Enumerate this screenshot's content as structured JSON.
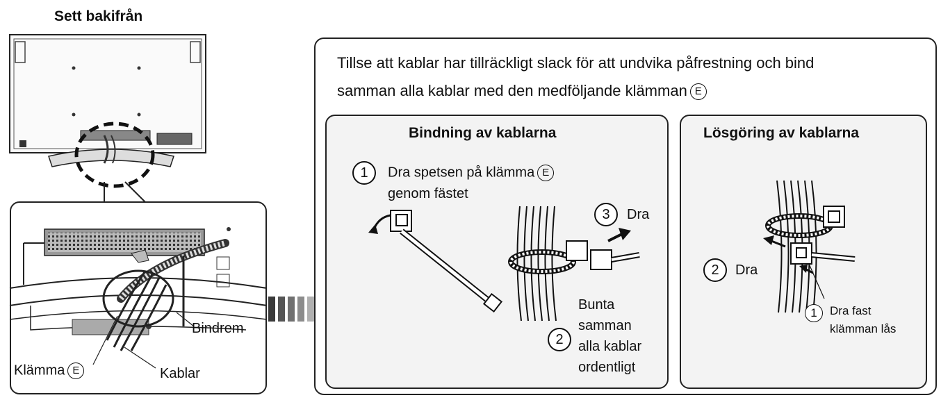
{
  "left": {
    "view_title": "Sett bakifrån",
    "labels": {
      "klamma": "Klämma",
      "klamma_mark": "E",
      "kablar": "Kablar",
      "bindrem": "Bindrem"
    }
  },
  "main": {
    "instruction": {
      "line1": "Tillse att kablar har tillräckligt slack för att undvika påfrestning och bind",
      "line2": "samman alla kablar med den medföljande klämman",
      "mark": "E"
    },
    "binding": {
      "title": "Bindning av kablarna",
      "step1": {
        "num": "1",
        "line1": "Dra spetsen på klämma",
        "mark": "E",
        "line2": "genom fästet"
      },
      "step2": {
        "num": "2",
        "lines": [
          "Bunta",
          "samman",
          "alla kablar",
          "ordentligt"
        ]
      },
      "step3": {
        "num": "3",
        "text": "Dra"
      }
    },
    "release": {
      "title": "Lösgöring av kablarna",
      "step1": {
        "num": "1",
        "lines": [
          "Dra fast",
          "klämman lås"
        ]
      },
      "step2": {
        "num": "2",
        "text": "Dra"
      }
    }
  },
  "colors": {
    "line": "#222222",
    "arrow_dark": "#3a3a3a",
    "arrow_light": "#cfcfcf",
    "panel_fill": "#f3f3f3"
  }
}
